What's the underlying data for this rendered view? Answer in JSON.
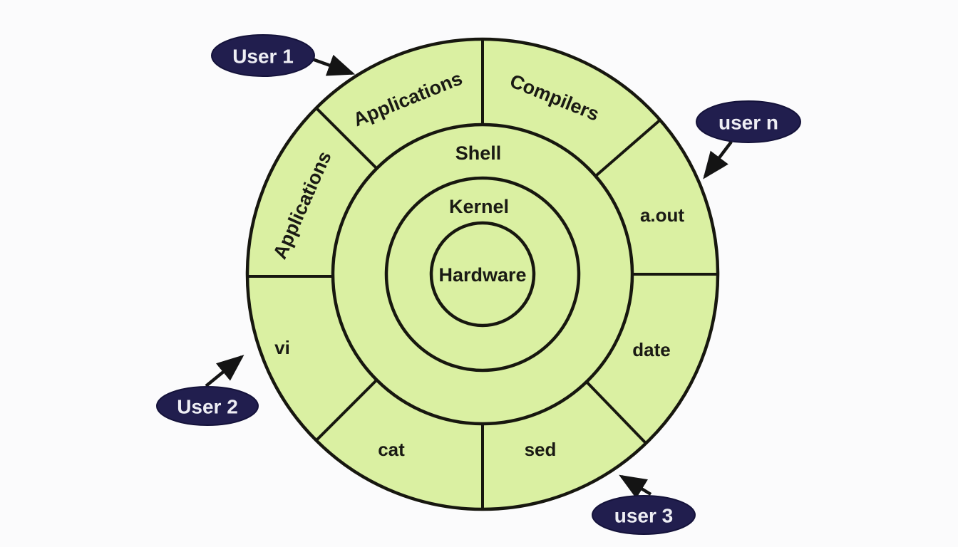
{
  "colors": {
    "background": "#fbfbfc",
    "fill": "#daf0a2",
    "stroke": "#17170f",
    "label_text": "#1a1a14",
    "ellipse_fill": "#211e4e",
    "ellipse_text": "#eeeef4",
    "arrow": "#141414"
  },
  "diagram": {
    "rings": {
      "hardware": "Hardware",
      "kernel": "Kernel",
      "shell": "Shell"
    },
    "segments": [
      {
        "label": "Applications"
      },
      {
        "label": "Compilers"
      },
      {
        "label": "a.out"
      },
      {
        "label": "date"
      },
      {
        "label": "sed"
      },
      {
        "label": "cat"
      },
      {
        "label": "vi"
      },
      {
        "label": "Applications"
      }
    ],
    "users": [
      {
        "label": "User 1"
      },
      {
        "label": "user n"
      },
      {
        "label": "User 2"
      },
      {
        "label": "user 3"
      }
    ]
  }
}
